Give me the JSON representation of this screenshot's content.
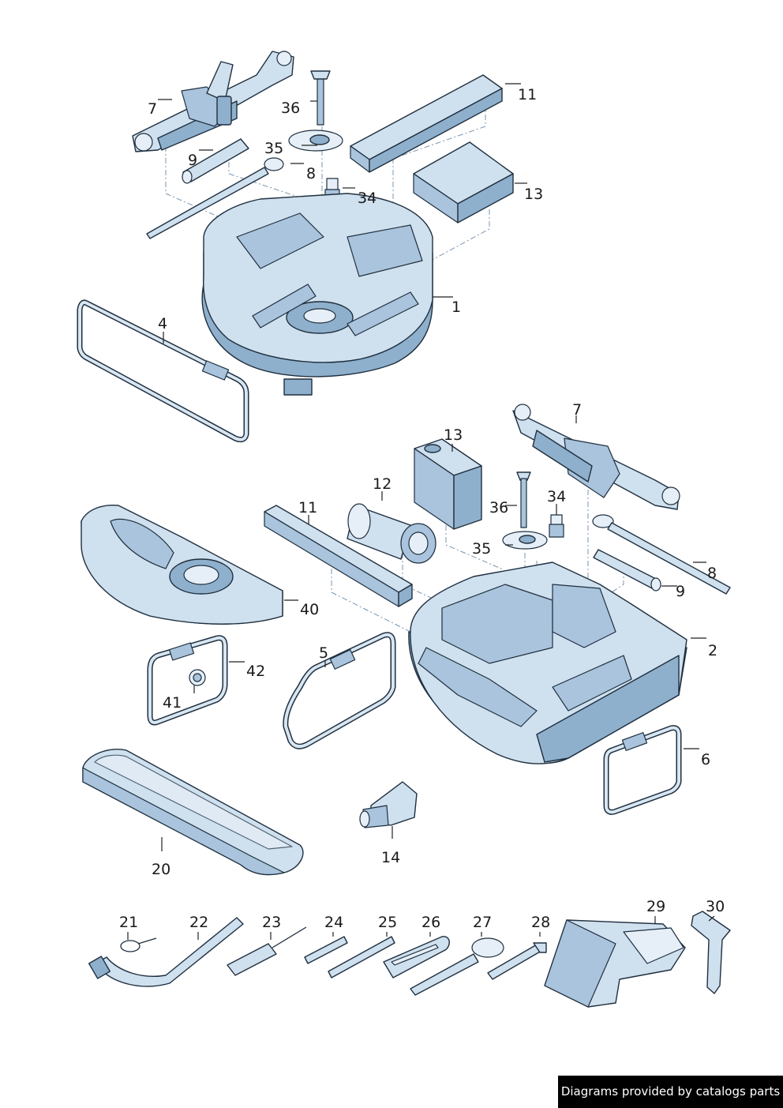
{
  "callouts": {
    "c1": "1",
    "c2": "2",
    "c4": "4",
    "c5": "5",
    "c6": "6",
    "c7a": "7",
    "c7b": "7",
    "c8a": "8",
    "c8b": "8",
    "c9a": "9",
    "c9b": "9",
    "c11a": "11",
    "c11b": "11",
    "c12": "12",
    "c13a": "13",
    "c13b": "13",
    "c14": "14",
    "c20": "20",
    "c21": "21",
    "c22": "22",
    "c23": "23",
    "c24": "24",
    "c25": "25",
    "c26": "26",
    "c27": "27",
    "c28": "28",
    "c29": "29",
    "c30": "30",
    "c34a": "34",
    "c34b": "34",
    "c35a": "35",
    "c35b": "35",
    "c36a": "36",
    "c36b": "36",
    "c40": "40",
    "c41": "41",
    "c42": "42"
  },
  "footer": {
    "credit": "Diagrams provided by catalogs parts"
  },
  "colors": {
    "part_fill": "#cfe0ef",
    "part_shadow": "#8fb0cc",
    "outline": "#1f2f3f",
    "credit_bg": "#000000"
  }
}
